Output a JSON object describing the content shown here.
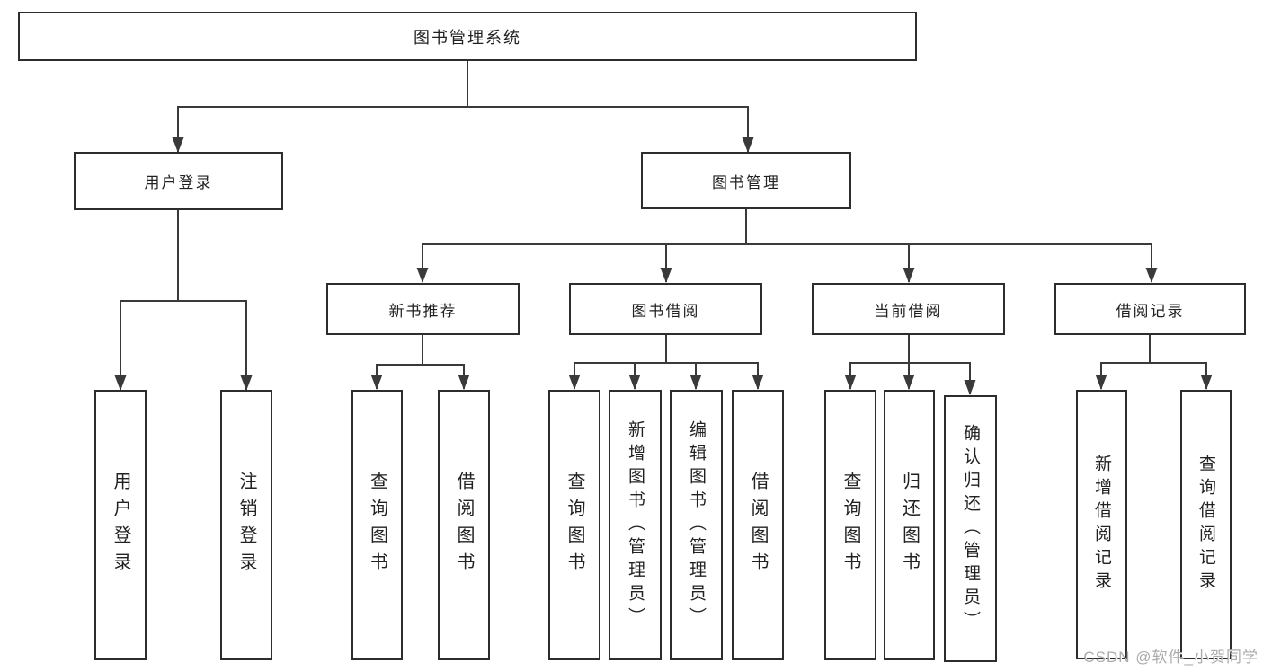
{
  "diagram": {
    "root": "图书管理系统",
    "level2": {
      "user_login": "用户登录",
      "book_mgmt": "图书管理"
    },
    "level3": {
      "new_book": "新书推荐",
      "book_borrow": "图书借阅",
      "current_borrow": "当前借阅",
      "borrow_record": "借阅记录"
    },
    "leaves": {
      "user_login": [
        "用户登录",
        "注销登录"
      ],
      "new_book": [
        "查询图书",
        "借阅图书"
      ],
      "book_borrow": [
        "查询图书",
        "新增图书（管理员）",
        "编辑图书（管理员）",
        "借阅图书"
      ],
      "current_borrow": [
        "查询图书",
        "归还图书",
        "确认归还（管理员）"
      ],
      "borrow_record": [
        "新增借阅记录",
        "查询借阅记录"
      ]
    }
  },
  "watermark": "CSDN @软件_小贺同学",
  "colors": {
    "line": "#3a3a3a",
    "border": "#2d2d2d",
    "text": "#222222",
    "watermark": "#ababab",
    "background": "#ffffff"
  }
}
